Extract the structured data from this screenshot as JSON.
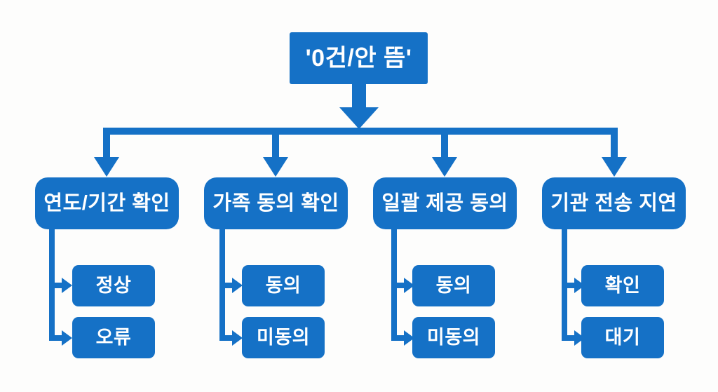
{
  "colors": {
    "accent": "#1571c6",
    "background": "#fdfdfc",
    "node_text": "#ffffff"
  },
  "tree": {
    "root": {
      "label": "'0건/안 뜸'"
    },
    "branches": [
      {
        "label": "연도/기간 확인",
        "children": [
          {
            "label": "정상"
          },
          {
            "label": "오류"
          }
        ]
      },
      {
        "label": "가족 동의 확인",
        "children": [
          {
            "label": "동의"
          },
          {
            "label": "미동의"
          }
        ]
      },
      {
        "label": "일괄 제공 동의",
        "children": [
          {
            "label": "동의"
          },
          {
            "label": "미동의"
          }
        ]
      },
      {
        "label": "기관 전송 지연",
        "children": [
          {
            "label": "확인"
          },
          {
            "label": "대기"
          }
        ]
      }
    ]
  }
}
